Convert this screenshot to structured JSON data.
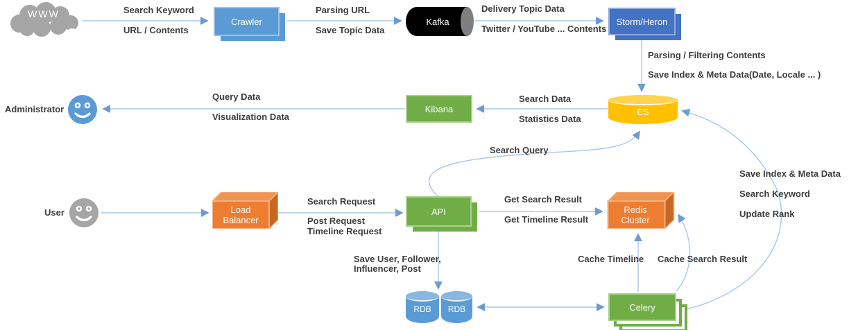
{
  "colors": {
    "line": "#A9C7E9",
    "arrowhead": "#6C9BD0",
    "blue": "#5B9BD5",
    "dark_blue": "#4472C4",
    "green": "#70AD47",
    "yellow": "#FFC000",
    "orange": "#ED7D31",
    "gray": "#A5A5A5",
    "black": "#000000"
  },
  "nodes": {
    "www": {
      "label": "WWW"
    },
    "crawler": {
      "label": "Crawler"
    },
    "kafka": {
      "label": "Kafka"
    },
    "storm": {
      "label": "Storm/Heron"
    },
    "es": {
      "label": "ES"
    },
    "kibana": {
      "label": "Kibana"
    },
    "administrator": {
      "label": "Administrator"
    },
    "user": {
      "label": "User"
    },
    "load_balancer": {
      "line1": "Load",
      "line2": "Balancer"
    },
    "api": {
      "label": "API"
    },
    "redis": {
      "line1": "Redis",
      "line2": "Cluster"
    },
    "rdb1": {
      "label": "RDB"
    },
    "rdb2": {
      "label": "RDB"
    },
    "celery": {
      "label": "Celery"
    }
  },
  "edges": {
    "www_crawler": {
      "line1": "Search Keyword",
      "line2": "URL / Contents"
    },
    "crawler_kafka": {
      "line1": "Parsing URL",
      "line2": "Save Topic Data"
    },
    "kafka_storm": {
      "line1": "Delivery Topic Data",
      "line2": "Twitter / YouTube ... Contents"
    },
    "storm_es": {
      "line1": "Parsing / Filtering Contents",
      "line2": "Save Index & Meta Data(Date, Locale ... )"
    },
    "es_kibana": {
      "line1": "Search Data",
      "line2": "Statistics Data"
    },
    "kibana_admin": {
      "line1": "Query Data",
      "line2": "Visualization Data"
    },
    "api_es": {
      "label": "Search Query"
    },
    "lb_api": {
      "line1": "Search Request",
      "line2": "Post Request",
      "line3": "Timeline Request"
    },
    "api_redis": {
      "line1": "Get Search Result",
      "line2": "Get Timeline Result"
    },
    "api_rdb": {
      "line1": "Save User, Follower,",
      "line2": "Influencer, Post"
    },
    "celery_redis_line": {
      "label": "Cache Timeline"
    },
    "celery_redis_curve": {
      "label": "Cache Search Result"
    },
    "celery_es": {
      "line1": "Save Index & Meta Data",
      "line2": "Search Keyword",
      "line3": "Update Rank"
    }
  }
}
